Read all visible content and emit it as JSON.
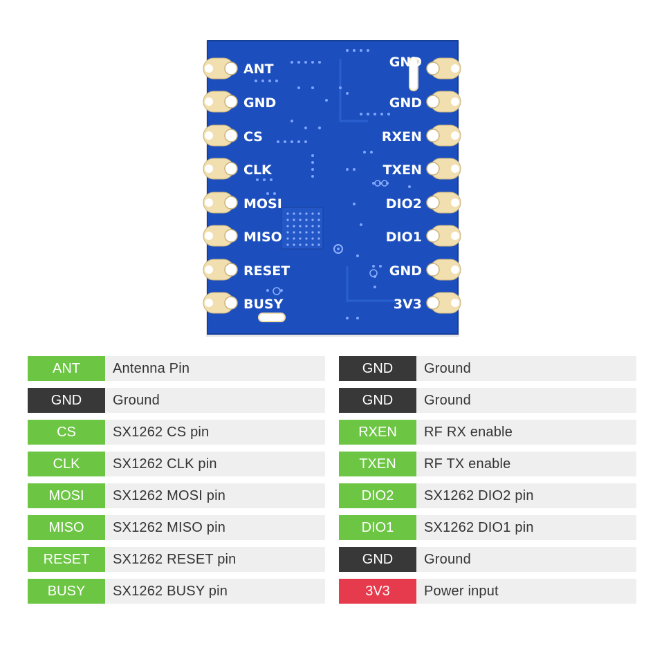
{
  "colors": {
    "signal": "#6cc644",
    "ground": "#383838",
    "power": "#e63a4d",
    "board": "#1c4fbd",
    "pad": "#f2dfb0",
    "row_bg": "#efefef"
  },
  "board": {
    "left_pins": [
      "ANT",
      "GND",
      "CS",
      "CLK",
      "MOSI",
      "MISO",
      "RESET",
      "BUSY"
    ],
    "right_pins": [
      "GND",
      "GND",
      "RXEN",
      "TXEN",
      "DIO2",
      "DIO1",
      "GND",
      "3V3"
    ]
  },
  "left_table": [
    {
      "pin": "ANT",
      "desc": "Antenna Pin",
      "type": "signal"
    },
    {
      "pin": "GND",
      "desc": "Ground",
      "type": "ground"
    },
    {
      "pin": "CS",
      "desc": "SX1262 CS pin",
      "type": "signal"
    },
    {
      "pin": "CLK",
      "desc": "SX1262 CLK pin",
      "type": "signal"
    },
    {
      "pin": "MOSI",
      "desc": "SX1262 MOSI pin",
      "type": "signal"
    },
    {
      "pin": "MISO",
      "desc": "SX1262 MISO pin",
      "type": "signal"
    },
    {
      "pin": "RESET",
      "desc": "SX1262 RESET pin",
      "type": "signal"
    },
    {
      "pin": "BUSY",
      "desc": "SX1262 BUSY pin",
      "type": "signal"
    }
  ],
  "right_table": [
    {
      "pin": "GND",
      "desc": "Ground",
      "type": "ground"
    },
    {
      "pin": "GND",
      "desc": "Ground",
      "type": "ground"
    },
    {
      "pin": "RXEN",
      "desc": "RF RX enable",
      "type": "signal"
    },
    {
      "pin": "TXEN",
      "desc": "RF TX enable",
      "type": "signal"
    },
    {
      "pin": "DIO2",
      "desc": "SX1262 DIO2 pin",
      "type": "signal"
    },
    {
      "pin": "DIO1",
      "desc": "SX1262 DIO1 pin",
      "type": "signal"
    },
    {
      "pin": "GND",
      "desc": "Ground",
      "type": "ground"
    },
    {
      "pin": "3V3",
      "desc": "Power input",
      "type": "power"
    }
  ]
}
